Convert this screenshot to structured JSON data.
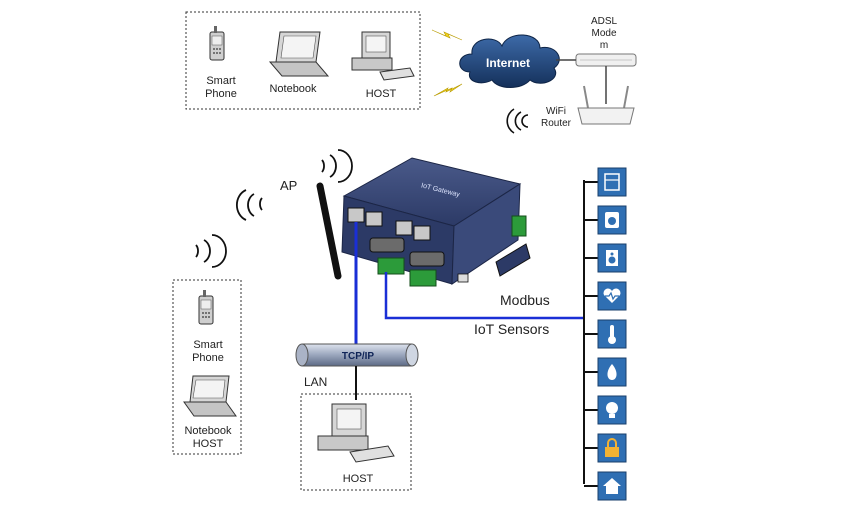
{
  "top_devices": {
    "smartphone_line1": "Smart",
    "smartphone_line2": "Phone",
    "notebook": "Notebook",
    "host": "HOST"
  },
  "internet": "Internet",
  "adsl_modem": {
    "line1": "ADSL",
    "line2": "Mode",
    "line3": "m"
  },
  "wifi_router": {
    "line1": "WiFi",
    "line2": "Router"
  },
  "ap_label": "AP",
  "gateway_label": "IoT Gateway",
  "left_devices": {
    "smartphone_line1": "Smart",
    "smartphone_line2": "Phone",
    "notebook_line1": "Notebook",
    "notebook_line2": "HOST"
  },
  "tcpip": "TCP/IP",
  "lan": "LAN",
  "lan_host": "HOST",
  "modbus": "Modbus",
  "iot_sensors": "IoT Sensors",
  "colors": {
    "blue_line": "#1a2fd6",
    "gateway_body": "#2c3a66",
    "sensor_tile": "#2f6fb3",
    "internet_cloud": "#1f3f73",
    "lightning": "#f2d21b",
    "terminal_green": "#2c9b3a"
  },
  "sensor_icons": [
    "fridge-icon",
    "washing-machine-icon",
    "speaker-icon",
    "heart-monitor-icon",
    "thermometer-icon",
    "water-drop-icon",
    "light-bulb-icon",
    "lock-icon",
    "home-icon"
  ]
}
